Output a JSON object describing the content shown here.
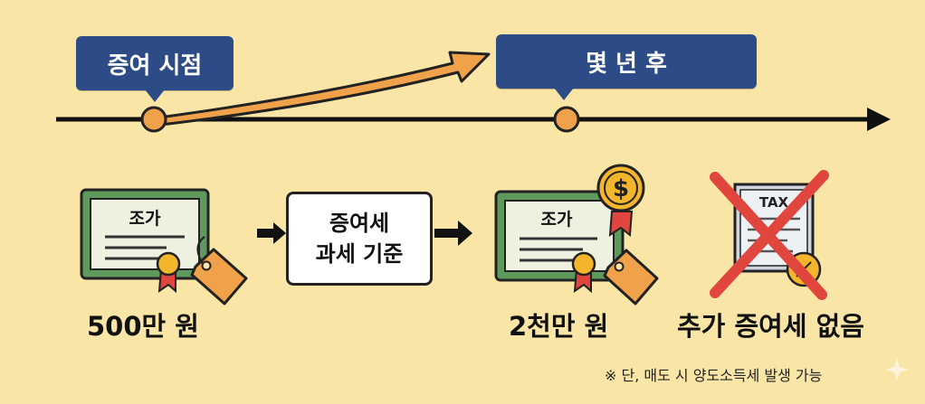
{
  "timeline": {
    "start_label": "증여 시점",
    "later_label": "몇 년 후"
  },
  "flow": {
    "cert_label": "조가",
    "center_line1": "증여세",
    "center_line2": "과세 기준",
    "tax_label": "TAX",
    "dollar_symbol": "$"
  },
  "captions": {
    "initial_value": "500만 원",
    "later_value": "2천만 원",
    "no_tax": "추가 증여세 없음"
  },
  "footnote": "※ 단, 매도 시 양도소득세 발생 가능",
  "colors": {
    "background": "#f9e6a6",
    "callout": "#2d4b86",
    "accent_orange": "#f0a24a",
    "certificate_green": "#5e9a5c",
    "cross_red": "#e0453e",
    "coin_gold": "#f2b52c"
  },
  "icons": [
    "certificate-icon",
    "price-tag-icon",
    "ribbon-medal-icon",
    "dollar-coin-icon",
    "tax-document-icon",
    "cross-icon",
    "arrow-icon"
  ]
}
